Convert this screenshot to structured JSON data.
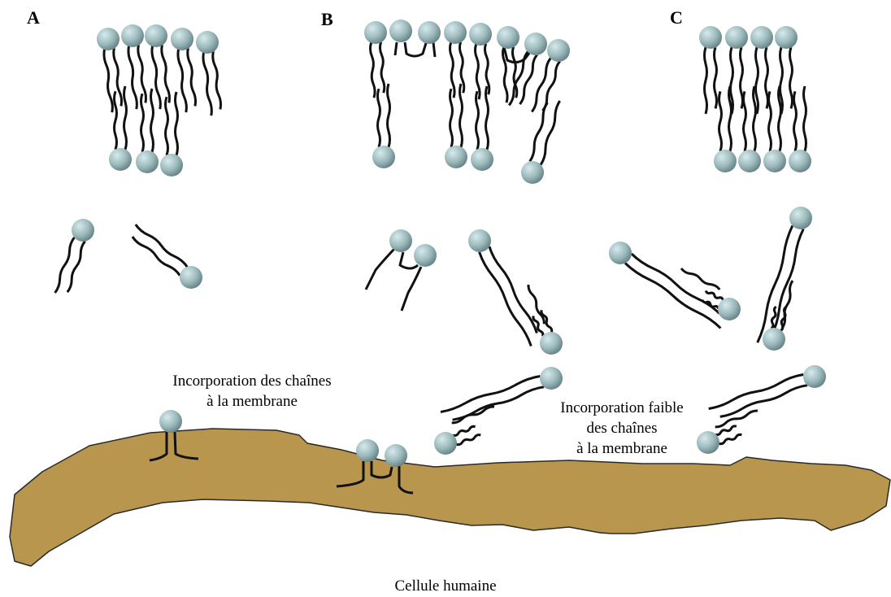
{
  "panels": {
    "a": "A",
    "b": "B",
    "c": "C"
  },
  "captions": {
    "incorporation": [
      "Incorporation des chaînes",
      "à la membrane"
    ],
    "weak_incorporation": [
      "Incorporation faible",
      "des chaînes",
      "à la membrane"
    ],
    "cell": "Cellule humaine"
  },
  "colors": {
    "cell_fill": "#b8964e",
    "head_light": "#d6eaec",
    "head_mid": "#9cb9bc",
    "head_dark": "#5f7c80",
    "tail": "#111111"
  }
}
